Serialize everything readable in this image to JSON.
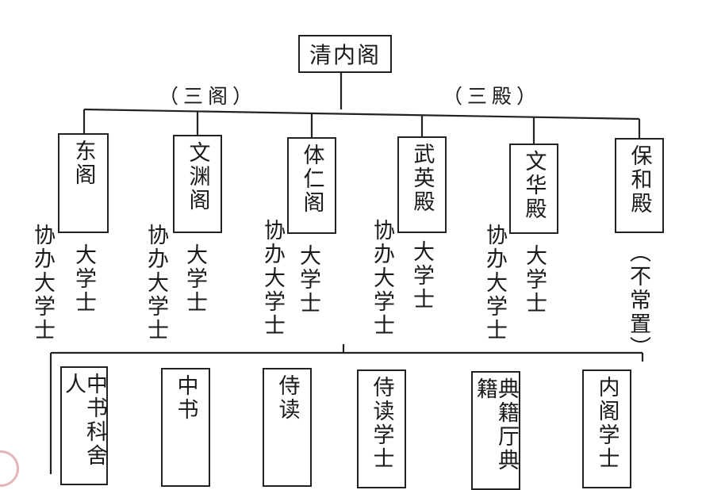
{
  "root": "清内阁",
  "group_labels": {
    "three_ge": "（三阁）",
    "three_dian": "（三殿）"
  },
  "halls": [
    {
      "name": "东阁",
      "titles": [
        "协办大学士",
        "大学士"
      ]
    },
    {
      "name": "文渊阁",
      "titles": [
        "协办大学士",
        "大学士"
      ]
    },
    {
      "name": "体仁阁",
      "titles": [
        "协办大学士",
        "大学士"
      ]
    },
    {
      "name": "武英殿",
      "titles": [
        "协办大学士",
        "大学士"
      ]
    },
    {
      "name": "文华殿",
      "titles": [
        "协办大学士",
        "大学士"
      ]
    },
    {
      "name": "保和殿",
      "titles": [
        "（不常置）"
      ]
    }
  ],
  "offices": [
    "中书科舍人",
    "中书",
    "侍读",
    "侍读学士",
    "典籍厅典籍",
    "内阁学士"
  ]
}
